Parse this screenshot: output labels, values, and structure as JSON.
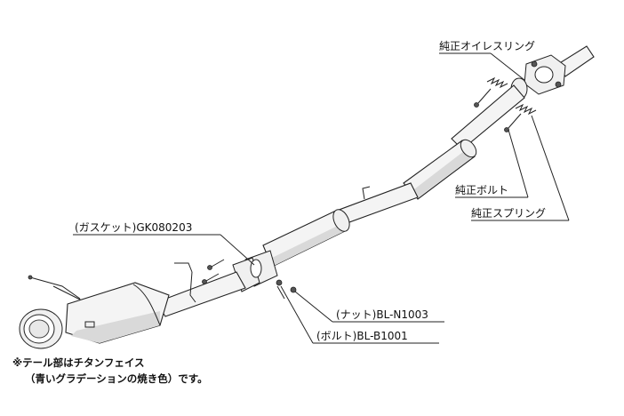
{
  "labels": {
    "oil_ring": "純正オイレスリング",
    "bolt": "純正ボルト",
    "spring": "純正スプリング",
    "gasket": "(ガスケット)GK080203",
    "nut": "(ナット)BL-N1003",
    "bolt_part": "(ボルト)BL-B1001"
  },
  "note": {
    "line1": "※テール部はチタンフェイス",
    "line2": "（青いグラデーションの焼き色）です。"
  }
}
